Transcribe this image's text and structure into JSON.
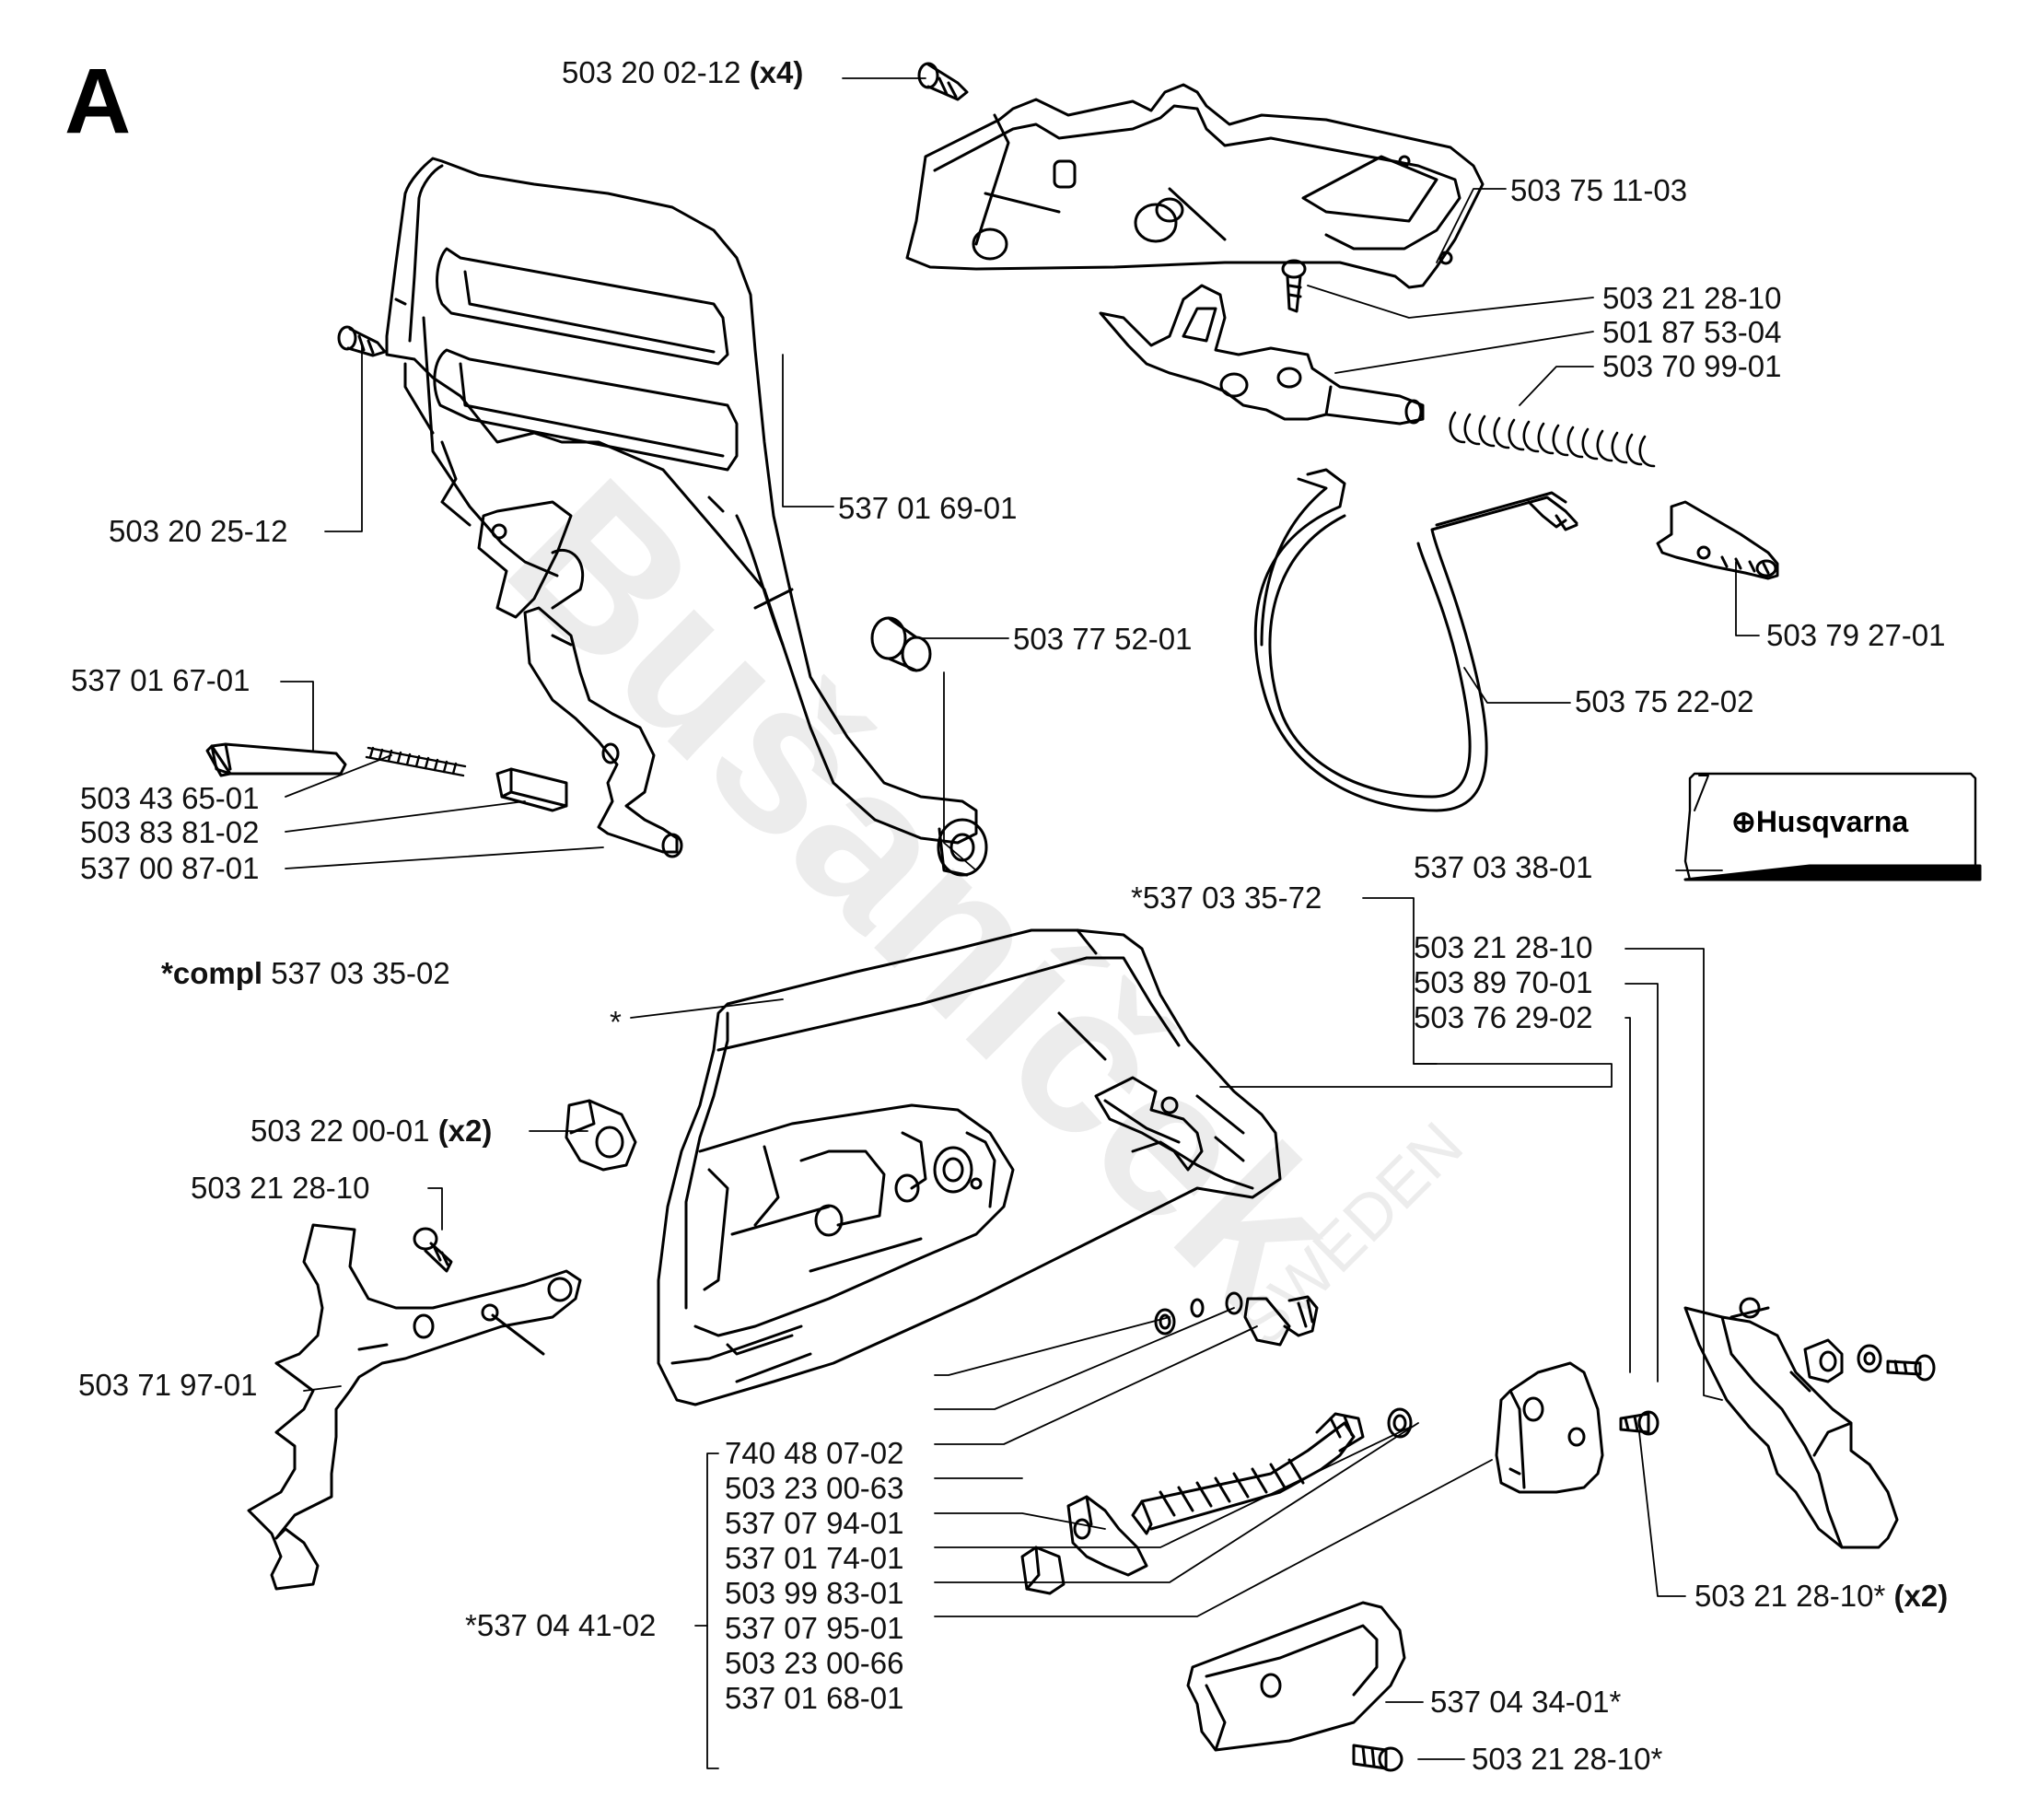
{
  "section_letter": "A",
  "watermark": {
    "main": "Bušaníček",
    "sub": "SWEDEN"
  },
  "brand_decal": "Husqvarna",
  "kit_note": {
    "prefix": "*compl",
    "number": "537 03 35-02"
  },
  "labels": {
    "p_503_20_02_12": "503 20 02-12",
    "p_503_20_02_12_qty": "(x4)",
    "p_503_75_11_03": "503 75 11-03",
    "p_503_21_28_10_a": "503 21 28-10",
    "p_501_87_53_04": "501 87 53-04",
    "p_503_70_99_01": "503 70 99-01",
    "p_503_20_25_12": "503 20 25-12",
    "p_537_01_69_01": "537 01 69-01",
    "p_503_79_27_01": "503 79 27-01",
    "p_503_77_52_01": "503 77 52-01",
    "p_503_75_22_02": "503 75 22-02",
    "p_537_01_67_01": "537 01 67-01",
    "p_503_43_65_01": "503 43 65-01",
    "p_503_83_81_02": "503 83 81-02",
    "p_537_00_87_01": "537 00 87-01",
    "p_537_03_38_01": "537 03 38-01",
    "p_537_03_35_72": "*537 03 35-72",
    "p_503_21_28_10_b": "503 21 28-10",
    "p_503_89_70_01": "503 89 70-01",
    "p_503_76_29_02": "503 76 29-02",
    "p_asterisk": "*",
    "p_503_22_00_01": "503 22 00-01",
    "p_503_22_00_01_qty": "(x2)",
    "p_503_21_28_10_c": "503 21 28-10",
    "p_503_71_97_01": "503 71 97-01",
    "p_740_48_07_02": "740 48 07-02",
    "p_503_23_00_63": "503 23 00-63",
    "p_537_07_94_01": "537 07 94-01",
    "p_537_01_74_01": "537 01 74-01",
    "p_503_99_83_01": "503 99 83-01",
    "p_537_07_95_01": "537 07 95-01",
    "p_503_23_00_66": "503 23 00-66",
    "p_537_01_68_01": "537 01 68-01",
    "p_537_04_41_02": "*537 04 41-02",
    "p_503_21_28_10_x2": "503 21 28-10*",
    "p_503_21_28_10_x2_qty": "(x2)",
    "p_537_04_34_01": "537 04 34-01*",
    "p_503_21_28_10_d": "503 21 28-10*"
  }
}
